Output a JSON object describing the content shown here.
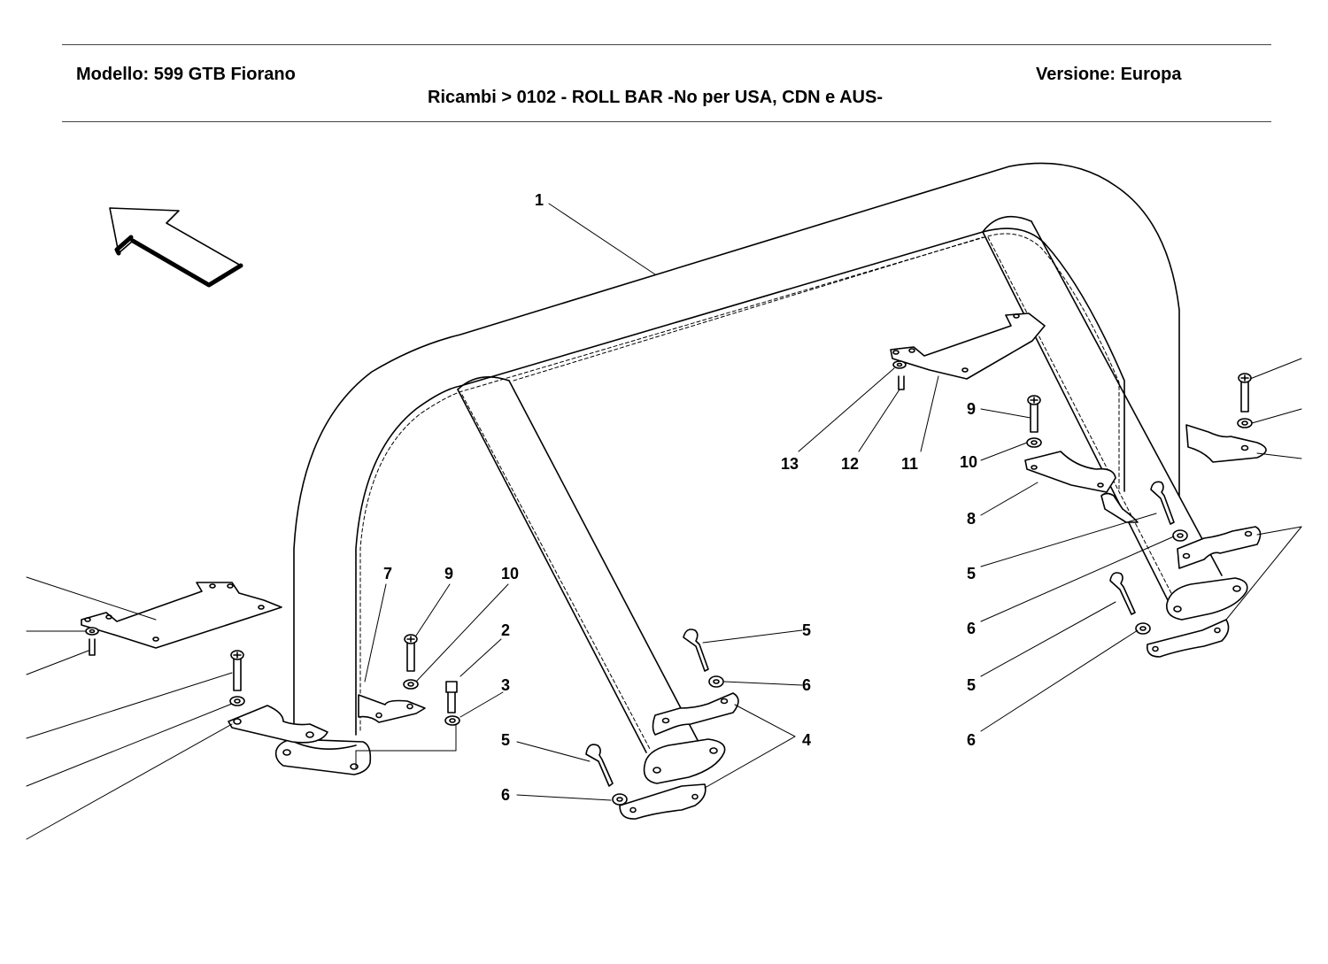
{
  "header": {
    "model": "Modello: 599 GTB Fiorano",
    "version": "Versione: Europa",
    "breadcrumb": "Ricambi > 0102 - ROLL BAR -No per USA, CDN e AUS-"
  },
  "callouts": {
    "c1": "1",
    "c2": "2",
    "c3": "3",
    "c4": "4",
    "c5a": "5",
    "c5b": "5",
    "c5c": "5",
    "c5d": "5",
    "c6a": "6",
    "c6b": "6",
    "c6c": "6",
    "c6d": "6",
    "c7": "7",
    "c8": "8",
    "c9a": "9",
    "c9b": "9",
    "c10a": "10",
    "c10b": "10",
    "c11": "11",
    "c12": "12",
    "c13": "13"
  }
}
